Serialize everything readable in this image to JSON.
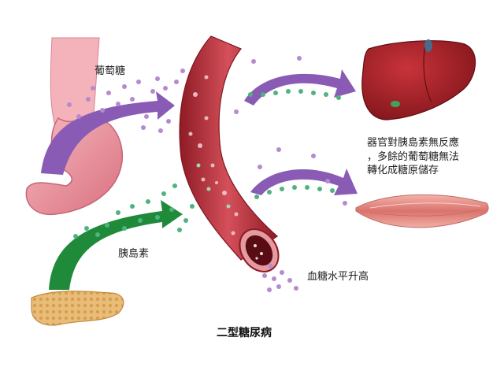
{
  "labels": {
    "glucose": "葡萄糖",
    "insulin": "胰島素",
    "note_line1": "器官對胰島素無反應",
    "note_line2": "，多餘的葡萄糖無法",
    "note_line3": "轉化成糖原儲存",
    "high_sugar": "血糖水平升高",
    "title": "二型糖尿病"
  },
  "colors": {
    "glucose_dot": "#b58ad0",
    "insulin_dot": "#4fb37f",
    "glucose_arrow": "#8a5bb5",
    "insulin_arrow": "#1f8a3a",
    "vessel": "#c0303a",
    "liver": "#9e1d22",
    "muscle": "#e08b84",
    "stomach": "#ef9aa5",
    "pancreas": "#e3b36a"
  }
}
